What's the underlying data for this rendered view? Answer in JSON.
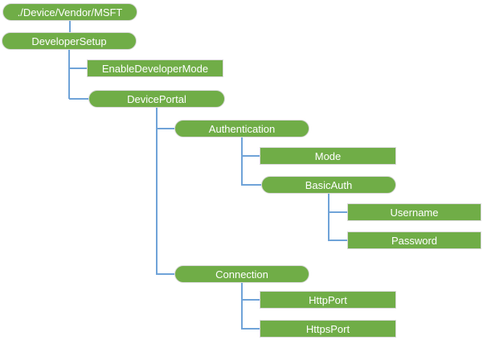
{
  "colors": {
    "node_fill": "#70AD47",
    "node_border": "#D8D8D8",
    "node_text": "#FFFFFF",
    "connector": "#6FA3D8",
    "background": "#FFFFFF"
  },
  "tree": {
    "nodes": [
      {
        "id": "root",
        "label": "./Device/Vendor/MSFT",
        "shape": "rounded",
        "parent": null
      },
      {
        "id": "developer-setup",
        "label": "DeveloperSetup",
        "shape": "rounded",
        "parent": "root"
      },
      {
        "id": "enable-developer-mode",
        "label": "EnableDeveloperMode",
        "shape": "rect",
        "parent": "developer-setup"
      },
      {
        "id": "device-portal",
        "label": "DevicePortal",
        "shape": "rounded",
        "parent": "developer-setup"
      },
      {
        "id": "authentication",
        "label": "Authentication",
        "shape": "rounded",
        "parent": "device-portal"
      },
      {
        "id": "mode",
        "label": "Mode",
        "shape": "rect",
        "parent": "authentication"
      },
      {
        "id": "basic-auth",
        "label": "BasicAuth",
        "shape": "rounded",
        "parent": "authentication"
      },
      {
        "id": "username",
        "label": "Username",
        "shape": "rect",
        "parent": "basic-auth"
      },
      {
        "id": "password",
        "label": "Password",
        "shape": "rect",
        "parent": "basic-auth"
      },
      {
        "id": "connection",
        "label": "Connection",
        "shape": "rounded",
        "parent": "device-portal"
      },
      {
        "id": "http-port",
        "label": "HttpPort",
        "shape": "rect",
        "parent": "connection"
      },
      {
        "id": "https-port",
        "label": "HttpsPort",
        "shape": "rect",
        "parent": "connection"
      }
    ]
  }
}
